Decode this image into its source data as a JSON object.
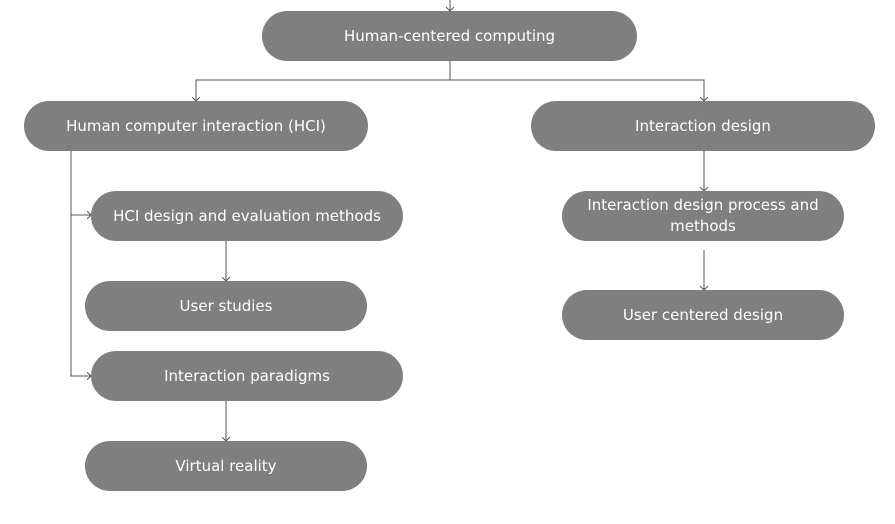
{
  "diagram": {
    "nodes": {
      "root": {
        "label": "Human-centered computing"
      },
      "hci": {
        "label": "Human computer interaction (HCI)"
      },
      "ixd": {
        "label": "Interaction design"
      },
      "hci_methods": {
        "label": "HCI design and evaluation methods"
      },
      "user_studies": {
        "label": "User studies"
      },
      "paradigms": {
        "label": "Interaction paradigms"
      },
      "virtual_reality": {
        "label": "Virtual reality"
      },
      "ixd_process": {
        "label": "Interaction design process and methods"
      },
      "ucd": {
        "label": "User centered design"
      }
    },
    "edges": [
      {
        "from": "root",
        "to": "hci"
      },
      {
        "from": "root",
        "to": "ixd"
      },
      {
        "from": "hci",
        "to": "hci_methods"
      },
      {
        "from": "hci",
        "to": "paradigms"
      },
      {
        "from": "hci_methods",
        "to": "user_studies"
      },
      {
        "from": "paradigms",
        "to": "virtual_reality"
      },
      {
        "from": "ixd",
        "to": "ixd_process"
      },
      {
        "from": "ixd_process",
        "to": "ucd"
      }
    ],
    "colors": {
      "node_fill": "#7f7f7f",
      "node_text": "#ffffff",
      "connector": "#555555"
    }
  }
}
